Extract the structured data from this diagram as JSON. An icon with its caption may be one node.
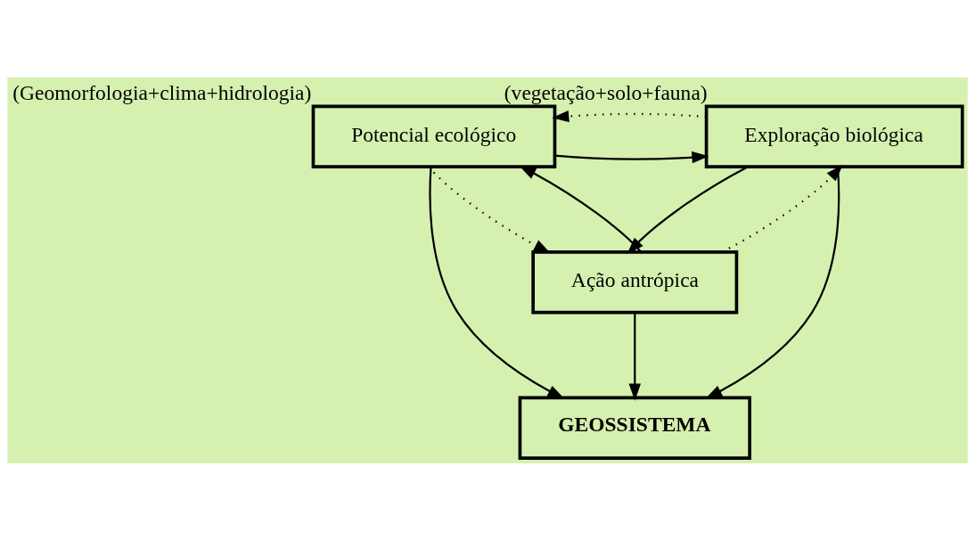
{
  "diagram": {
    "nodes": [
      {
        "text": [
          "Potencial ecológico"
        ],
        "beside": [
          "(Geomorfologia+clima+hidrologia)"
        ]
      },
      {
        "text": [
          "Exploração biológica"
        ],
        "beside": [
          "(vegetação+solo+fauna)"
        ]
      },
      {
        "text": [
          "GEOSSISTEMA"
        ]
      },
      {
        "text": [
          "Ação antrópica"
        ]
      }
    ],
    "edges": [
      {
        "from": 0,
        "to": 1,
        "arrow": "to"
      },
      {
        "from": 1,
        "to": 0,
        "arrow": "to",
        "style": "dashed"
      },
      {
        "from": 0,
        "to": 2,
        "arrow": "to"
      },
      {
        "from": 1,
        "to": 2,
        "arrow": "to"
      },
      {
        "from": 3,
        "to": 2,
        "arrow": "to"
      },
      {
        "from": 3,
        "to": 0,
        "arrow": "to"
      },
      {
        "from": 0,
        "to": 3,
        "arrow": "to",
        "style": "dashed"
      },
      {
        "from": 3,
        "to": 1,
        "arrow": "to",
        "style": "dashed"
      },
      {
        "from": 1,
        "to": 3,
        "arrow": "to"
      }
    ]
  }
}
